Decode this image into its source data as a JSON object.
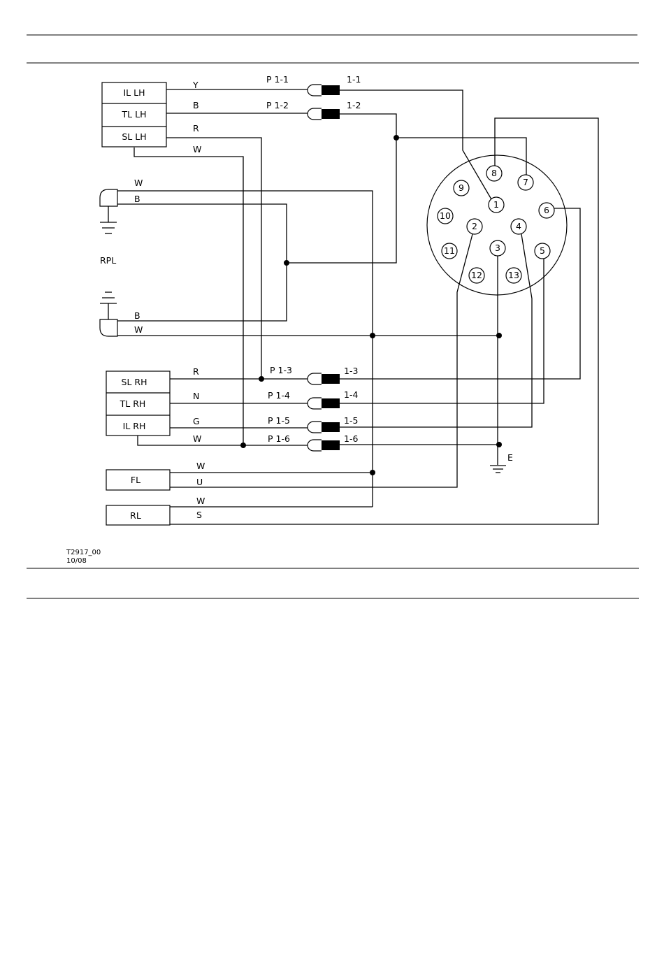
{
  "footer": {
    "code": "T2917_00",
    "date": "10/08"
  },
  "components": {
    "il_lh": "IL LH",
    "tl_lh": "TL LH",
    "sl_lh": "SL LH",
    "sl_rh": "SL RH",
    "tl_rh": "TL RH",
    "il_rh": "IL RH",
    "fl": "FL",
    "rl": "RL",
    "rpl": "RPL"
  },
  "wires": {
    "il_lh": "Y",
    "tl_lh": "B",
    "sl_lh": "R",
    "lh_earth": "W",
    "rpl_top_w": "W",
    "rpl_top_b": "B",
    "rpl_bot_b": "B",
    "rpl_bot_w": "W",
    "sl_rh": "R",
    "tl_rh": "N",
    "il_rh": "G",
    "rh_earth": "W",
    "fl_w": "W",
    "fl_u": "U",
    "rl_w": "W",
    "rl_s": "S"
  },
  "plugs": [
    "P 1-1",
    "P 1-2",
    "P 1-3",
    "P 1-4",
    "P 1-5",
    "P 1-6"
  ],
  "sockets": [
    "1-1",
    "1-2",
    "1-3",
    "1-4",
    "1-5",
    "1-6"
  ],
  "pins": [
    "1",
    "2",
    "3",
    "4",
    "5",
    "6",
    "7",
    "8",
    "9",
    "10",
    "11",
    "12",
    "13"
  ],
  "earth_label": "E"
}
